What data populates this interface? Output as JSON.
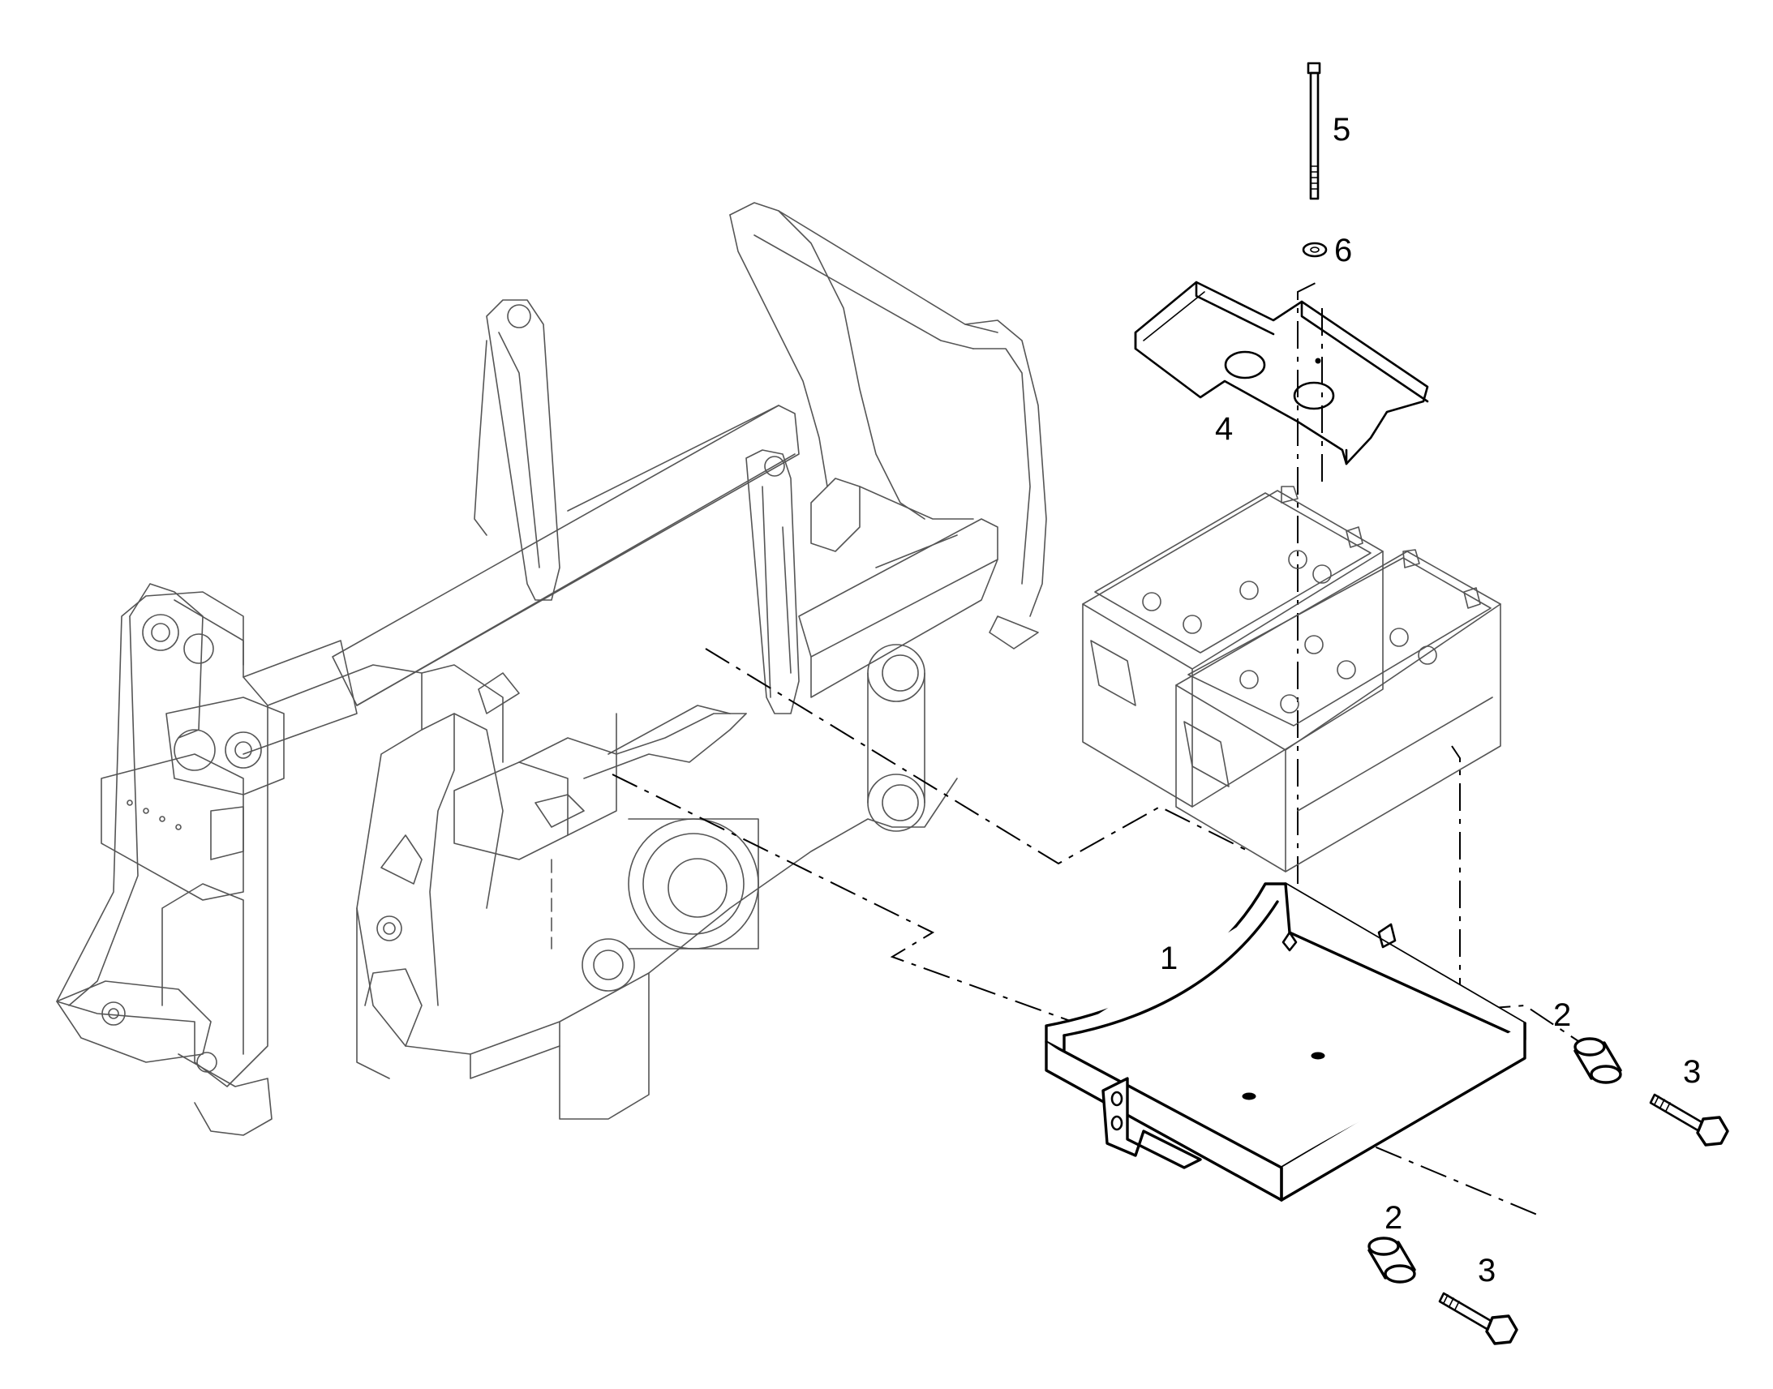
{
  "diagram": {
    "callouts": [
      {
        "id": "c1",
        "label": "1"
      },
      {
        "id": "c2a",
        "label": "2"
      },
      {
        "id": "c2b",
        "label": "2"
      },
      {
        "id": "c3a",
        "label": "3"
      },
      {
        "id": "c3b",
        "label": "3"
      },
      {
        "id": "c4",
        "label": "4"
      },
      {
        "id": "c5",
        "label": "5"
      },
      {
        "id": "c6",
        "label": "6"
      }
    ]
  },
  "colors": {
    "line": "#000000",
    "frame_line": "#555555",
    "background": "#ffffff"
  }
}
